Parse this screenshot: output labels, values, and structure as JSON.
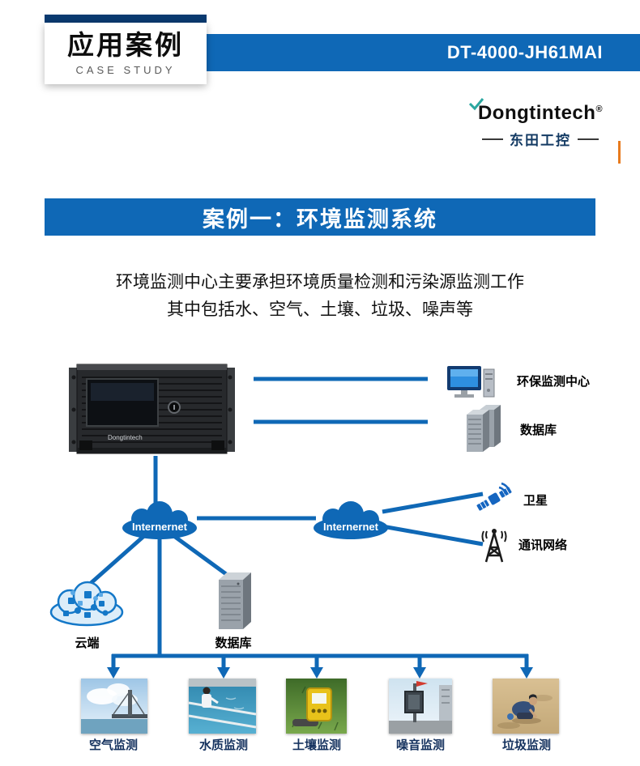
{
  "header": {
    "title": "应用案例",
    "subtitle": "CASE STUDY",
    "model": "DT-4000-JH61MAI"
  },
  "logo": {
    "brand": "Dongtintech",
    "registered": "®",
    "brand_cn": "东田工控"
  },
  "banner": {
    "title": "案例一：环境监测系统"
  },
  "description": {
    "line1": "环境监测中心主要承担环境质量检测和污染源监测工作",
    "line2": "其中包括水、空气、土壤、垃圾、噪声等"
  },
  "diagram": {
    "device_brand": "Dongtintech",
    "internet_left": "Internernet",
    "internet_right": "Internernet",
    "labels": {
      "monitor_center": "环保监测中心",
      "database_top": "数据库",
      "satellite": "卫星",
      "comm_network": "通讯网络",
      "cloud": "云端",
      "database_mid": "数据库"
    },
    "sites": [
      {
        "label": "空气监测"
      },
      {
        "label": "水质监测"
      },
      {
        "label": "土壤监测"
      },
      {
        "label": "噪音监测"
      },
      {
        "label": "垃圾监测"
      }
    ]
  },
  "colors": {
    "primary_blue": "#0f68b6",
    "dark_navy": "#0a3a70",
    "accent_orange": "#e87b1e",
    "accent_teal": "#2aa7a0"
  }
}
